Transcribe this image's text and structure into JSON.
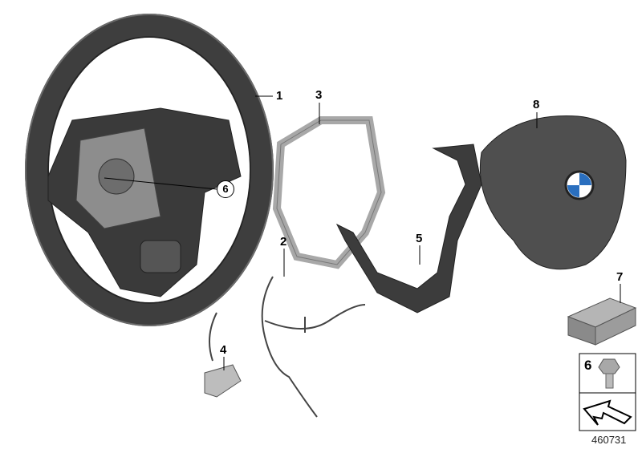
{
  "diagram": {
    "parts": [
      {
        "number": "1",
        "name": "steering-wheel"
      },
      {
        "number": "3",
        "name": "wheel-frame"
      },
      {
        "number": "8",
        "name": "airbag-module"
      },
      {
        "number": "6",
        "name": "screw-callout"
      },
      {
        "number": "2",
        "name": "wiring-harness"
      },
      {
        "number": "5",
        "name": "trim-cover"
      },
      {
        "number": "7",
        "name": "repair-kit-box"
      },
      {
        "number": "4",
        "name": "switch-module"
      }
    ],
    "legend_box": {
      "number": "6"
    },
    "reference_number": "460731",
    "colors": {
      "wheel": "#4b4b4b",
      "frame": "#b5b5b5",
      "airbag": "#555555",
      "box": "#9a9a9a"
    }
  }
}
